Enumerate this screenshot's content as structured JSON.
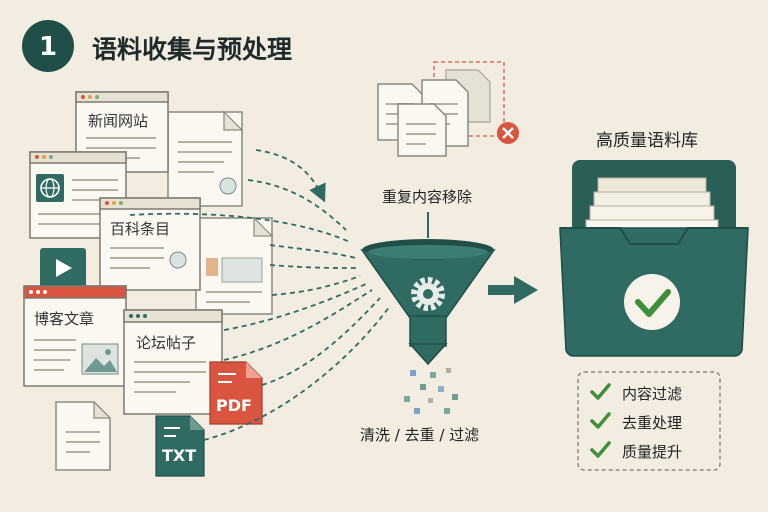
{
  "title": {
    "number": "1",
    "text": "语料收集与预处理"
  },
  "sources": [
    {
      "label": "新闻网站"
    },
    {
      "label": "百科条目"
    },
    {
      "label": "博客文章"
    },
    {
      "label": "论坛帖子"
    }
  ],
  "file_tags": {
    "pdf": "PDF",
    "txt": "TXT"
  },
  "dedup_label": "重复内容移除",
  "process_label": "清洗 / 去重 / 过滤",
  "store_title": "高质量语料库",
  "checklist": [
    {
      "label": "内容过滤"
    },
    {
      "label": "去重处理"
    },
    {
      "label": "质量提升"
    }
  ],
  "colors": {
    "background": "#f3ede1",
    "teal": "#2f6b63",
    "teal_dark": "#1f4f48",
    "red": "#d9553f",
    "check_green": "#3f8f3a"
  }
}
